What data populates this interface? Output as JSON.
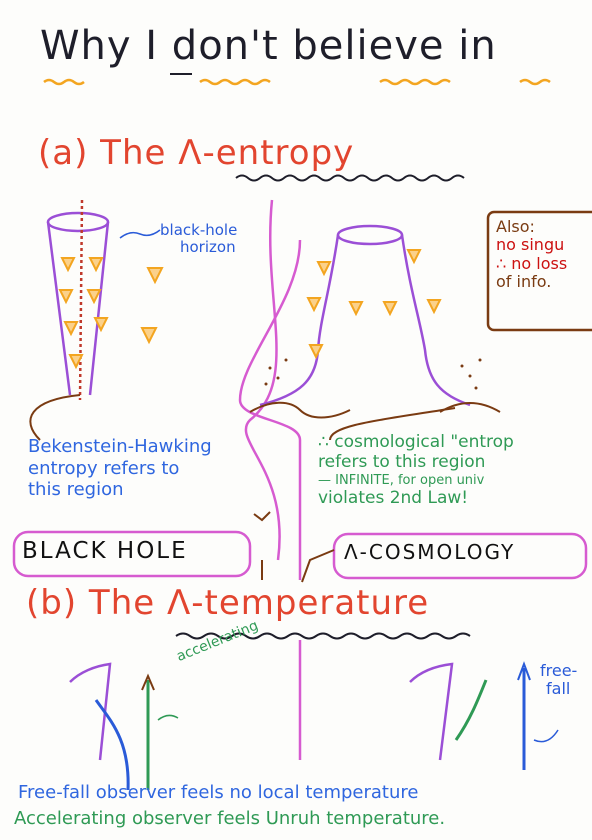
{
  "title": "Why I don't believe in",
  "sections": {
    "a": "(a) The Λ-entropy",
    "b": "(b) The Λ-temperature"
  },
  "labels": {
    "bh_horizon_1": "black-hole",
    "bh_horizon_2": "horizon",
    "bh_desc_1": "Bekenstein-Hawking",
    "bh_desc_2": "entropy refers to",
    "bh_desc_3": "this region",
    "cosmo_desc_1": "∴ cosmological \"entrop",
    "cosmo_desc_2": "refers to this region",
    "cosmo_desc_3": "— INFINITE, for open univ",
    "cosmo_desc_4": "violates 2nd Law!",
    "black_hole": "BLACK HOLE",
    "lambda_cosmology": "Λ-COSMOLOGY",
    "also_1": "Also:",
    "also_2": "no singu",
    "also_3": "∴ no loss",
    "also_4": "of info.",
    "accelerating": "accelerating",
    "free_fall_1": "free-",
    "free_fall_2": "fall",
    "footer_1": "Free-fall observer feels no local temperature",
    "footer_2": "Accelerating observer feels Unruh temperature."
  },
  "colors": {
    "red": "#e2452f",
    "blue": "#2a5bd8",
    "green": "#2f9a55",
    "purple": "#9b4fd6",
    "brown": "#7a3b12",
    "orange": "#f3a520",
    "pink": "#d65bd0"
  }
}
